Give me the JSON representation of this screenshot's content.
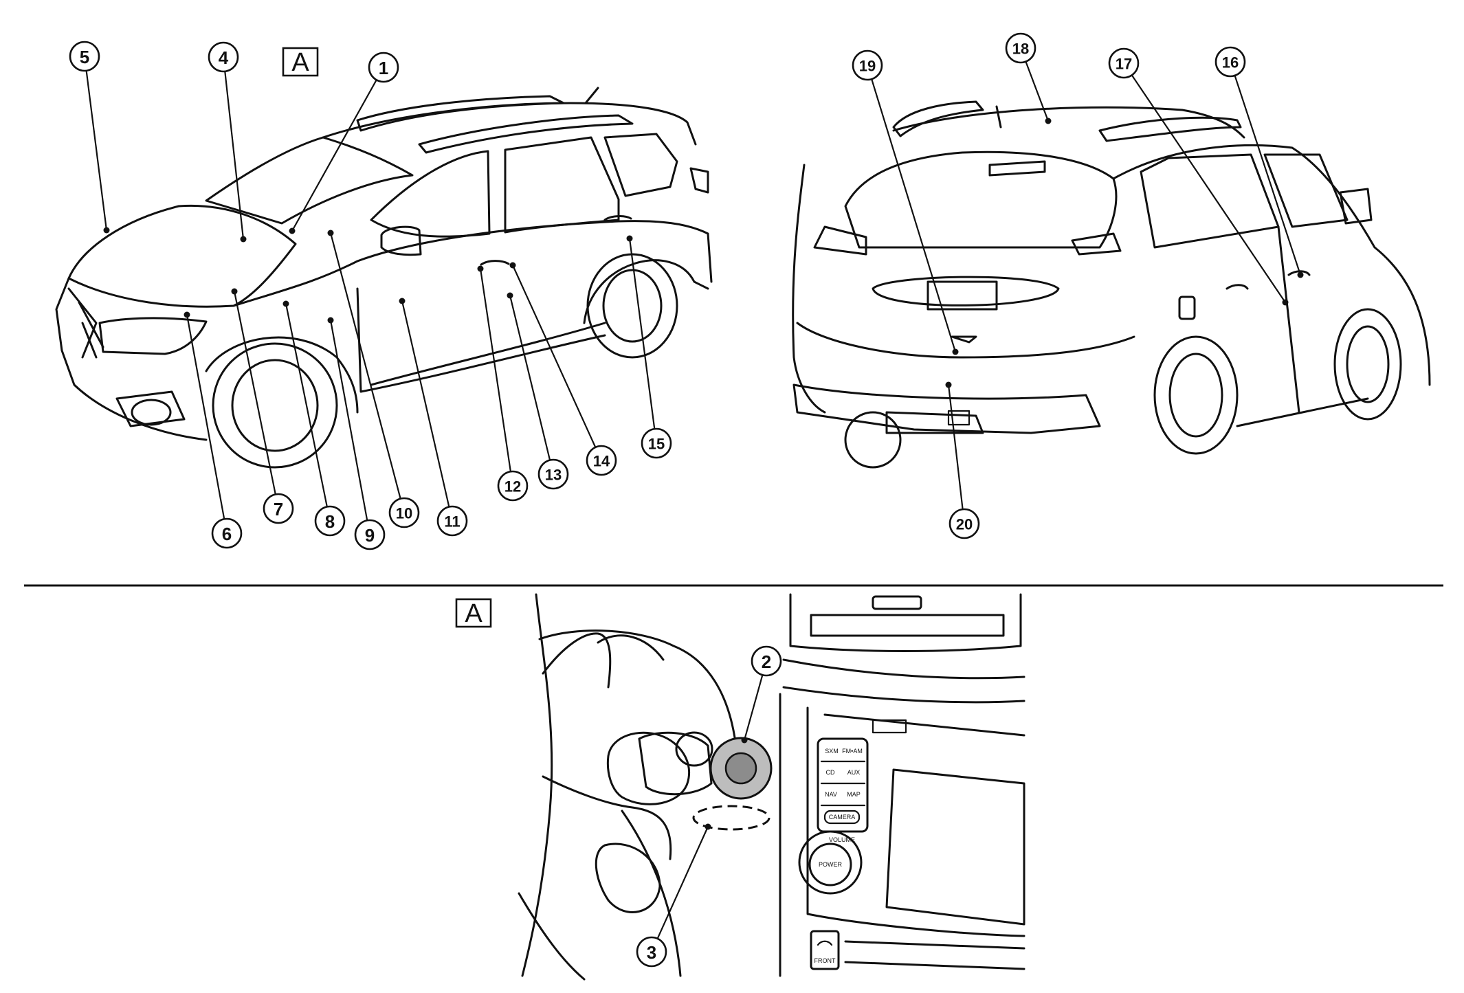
{
  "figure": {
    "detail_label": "A",
    "callouts": [
      "1",
      "2",
      "3",
      "4",
      "5",
      "6",
      "7",
      "8",
      "9",
      "10",
      "11",
      "12",
      "13",
      "14",
      "15",
      "16",
      "17",
      "18",
      "19",
      "20"
    ],
    "audio_buttons": [
      "SXM",
      "FM•AM",
      "CD",
      "AUX",
      "NAV",
      "MAP",
      "CAMERA"
    ],
    "knob_labels": [
      "VOLUME",
      "POWER"
    ],
    "defrost_label": "FRONT"
  }
}
